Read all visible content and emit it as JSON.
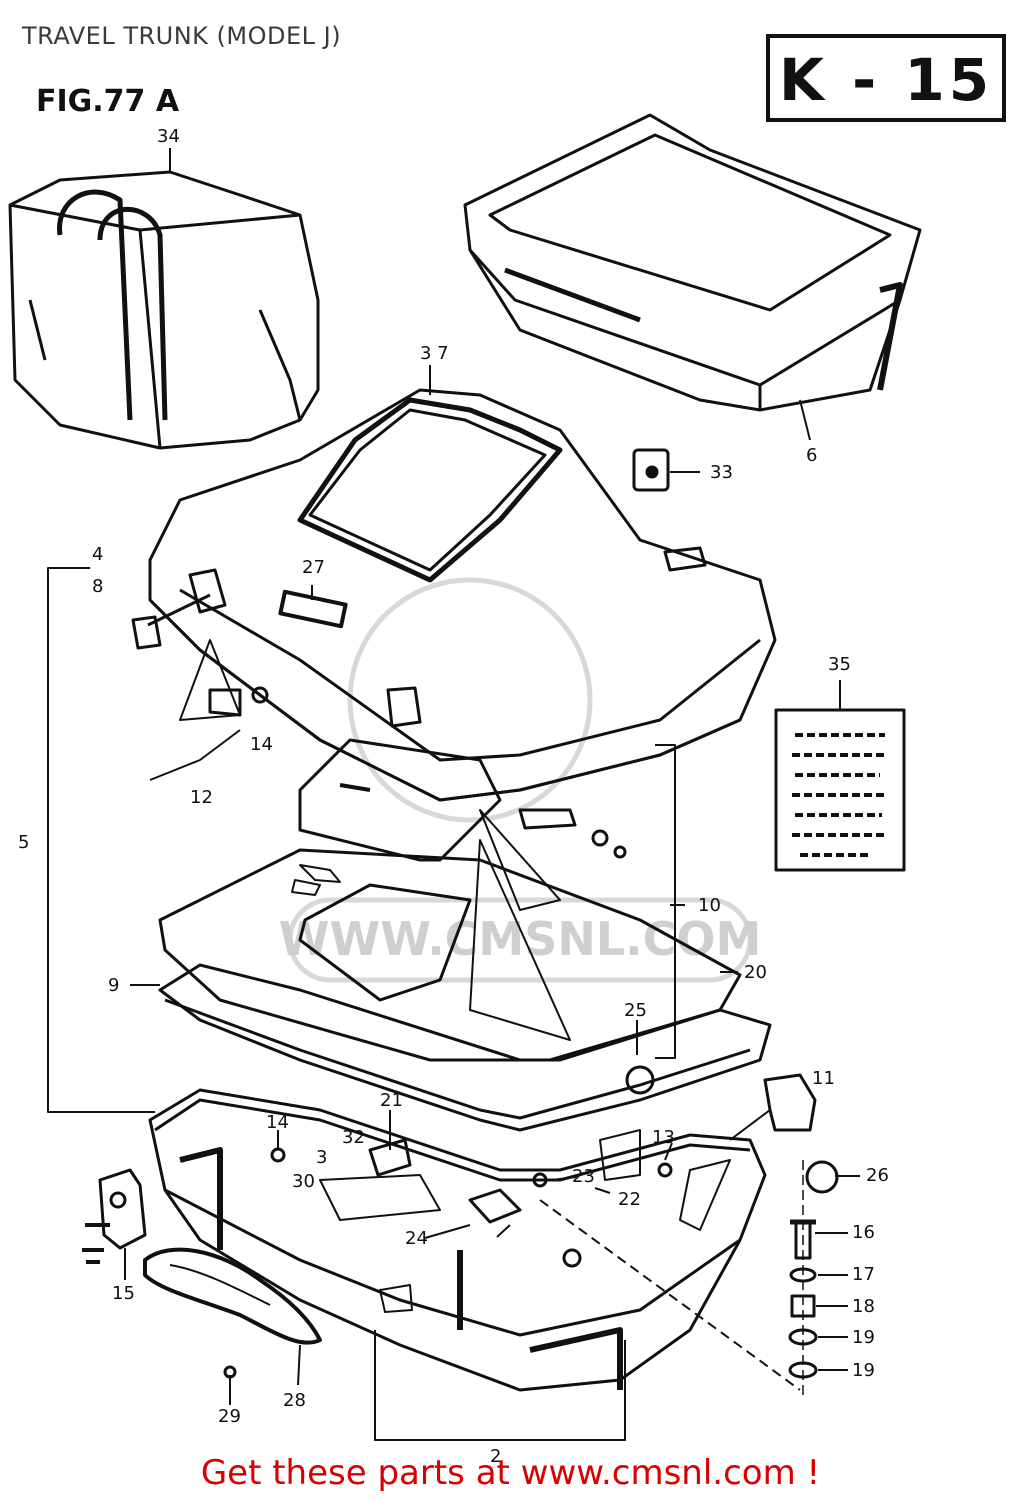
{
  "header": {
    "title": "TRAVEL TRUNK (MODEL J)",
    "figure": "FIG.77 A",
    "page_id": "K - 15"
  },
  "watermark": "WWW.CMSNL.COM",
  "callouts": [
    "34",
    "3 7",
    "6",
    "33",
    "4",
    "8",
    "27",
    "14",
    "12",
    "5",
    "35",
    "10",
    "20",
    "9",
    "25",
    "11",
    "21",
    "14",
    "13",
    "32",
    "3",
    "26",
    "30",
    "23",
    "22",
    "16",
    "24",
    "17",
    "15",
    "18",
    "19",
    "19",
    "28",
    "29",
    "2"
  ],
  "footer": "Get these parts at www.cmsnl.com !"
}
